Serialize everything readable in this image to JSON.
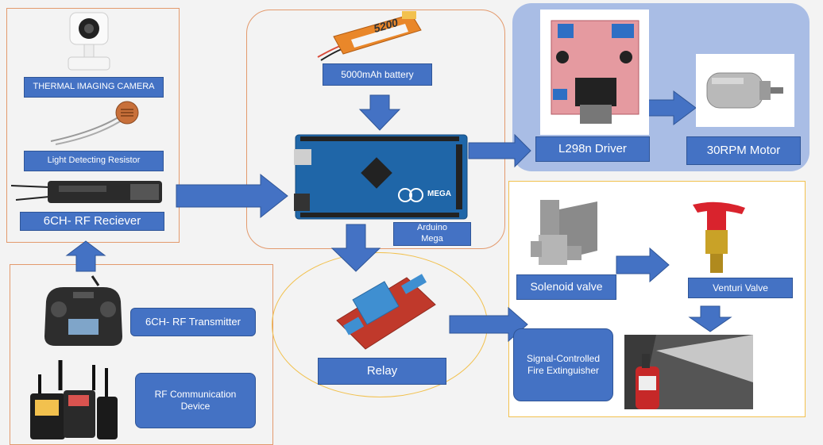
{
  "colors": {
    "box_blue": "#4472c4",
    "box_border": "#2f5597",
    "arrow_blue": "#4472c4",
    "frame_orange": "#e39a6d",
    "frame_gold": "#f2c14e",
    "driver_panel": "#a9bde5"
  },
  "labels": {
    "thermal_camera": "THERMAL IMAGING CAMERA",
    "ldr": "Light Detecting Resistor",
    "rf_receiver": "6CH- RF Reciever",
    "rf_transmitter": "6CH- RF Transmitter",
    "rf_comm": "RF Communication\nDevice",
    "battery": "5000mAh battery",
    "arduino": "Arduino\nMega",
    "relay": "Relay",
    "l298n": "L298n Driver",
    "motor": "30RPM Motor",
    "solenoid": "Solenoid valve",
    "venturi": "Venturi Valve",
    "extinguisher": "Signal-Controlled\nFire Extinguisher"
  },
  "image_text": {
    "battery_brand": "5200",
    "arduino_board": "MEGA"
  },
  "icons": {
    "thermal_camera": "camera-icon",
    "ldr": "ldr-icon",
    "rf_receiver": "receiver-icon",
    "rf_transmitter": "remote-icon",
    "rf_comm": "antenna-icon",
    "battery": "battery-icon",
    "arduino": "arduino-board-icon",
    "relay": "relay-icon",
    "l298n": "driver-board-icon",
    "motor": "motor-icon",
    "solenoid": "solenoid-icon",
    "venturi": "valve-icon",
    "extinguisher": "fire-extinguisher-icon"
  }
}
